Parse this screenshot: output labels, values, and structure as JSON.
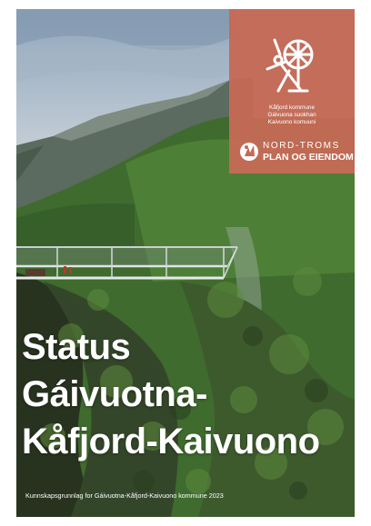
{
  "header": {
    "municipality": [
      "Kåfjord kommune",
      "Gáivuona suokhan",
      "Kaivuono komuuni"
    ],
    "partner_top": "NORD-TROMS",
    "partner_bottom": "PLAN OG EIENDOM"
  },
  "title_lines": [
    "Status",
    "Gáivuotna-",
    "Kåfjord-Kaivuono"
  ],
  "subtitle": "Kunnskapsgrunnlag for Gáivuotna-Kåfjord-Kaivuono kommune 2023",
  "colors": {
    "brand_panel": "#c56a55",
    "text": "#ffffff"
  },
  "icons": [
    "spinning-wheel-icon",
    "nord-troms-logo-icon"
  ]
}
